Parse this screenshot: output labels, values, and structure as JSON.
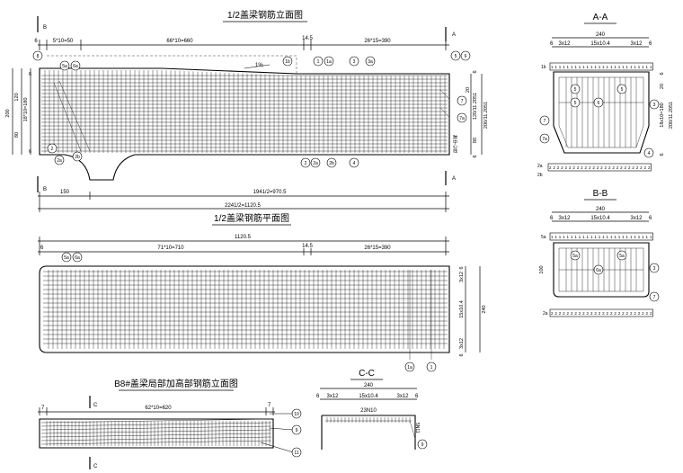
{
  "titles": {
    "elevation": "1/2盖梁钢筋立面图",
    "plan": "1/2盖梁钢筋平面图",
    "local": "B8#盖梁局部加高部钢筋立面图",
    "aa": "A-A",
    "bb": "B-B",
    "cc": "C-C"
  },
  "elevation": {
    "dims_top": [
      "6",
      "5*10=50",
      "66*10=660",
      "14.5",
      "26*15=390"
    ],
    "dims_bottom": [
      "150",
      "1941/2=970.5",
      "2241/2=1120.5"
    ],
    "dims_left": [
      "200",
      "120",
      "80",
      "18*10=180",
      "6",
      "6"
    ],
    "dims_right": [
      "6",
      "20",
      "120/11.2051",
      "200/11.2051",
      "80",
      "6"
    ],
    "section_marks": [
      "B",
      "B",
      "A",
      "A"
    ],
    "slope": "1%",
    "callouts_top": [
      "8",
      "5a",
      "6a",
      "1b",
      "1",
      "1a",
      "3",
      "3a",
      "5",
      "6"
    ],
    "callouts_bottom": [
      "2",
      "2a",
      "2b",
      "2",
      "2a",
      "2b",
      "4"
    ],
    "callouts_right": [
      "7",
      "7a"
    ],
    "side_note": "跨中心线"
  },
  "plan": {
    "dims_top": [
      "1120.5",
      "6",
      "71*10=710",
      "14.5",
      "26*15=390"
    ],
    "dims_right": [
      "6",
      "3x12",
      "15x10.4",
      "3x12",
      "6",
      "240"
    ],
    "callouts": [
      "5a",
      "6a",
      "1a",
      "1"
    ]
  },
  "aa": {
    "width": "240",
    "dims_top": [
      "6",
      "3x12",
      "15x10.4",
      "3x12",
      "6"
    ],
    "top_bar_label": "1b",
    "top_bar_cells": [
      "1",
      "1",
      "1",
      "1",
      "1",
      "1",
      "1",
      "1",
      "1",
      "1",
      "1",
      "1",
      "1",
      "1",
      "1",
      "1",
      "1",
      "1",
      "1",
      "1",
      "1",
      "1",
      "1",
      "1",
      "1",
      "1"
    ],
    "bottom_bar_labels": [
      "2a",
      "2b"
    ],
    "bottom_bar_cells": [
      "2",
      "2",
      "2",
      "2",
      "2",
      "2",
      "2",
      "2",
      "2",
      "2",
      "2",
      "2",
      "2",
      "2",
      "2",
      "2",
      "2",
      "2",
      "2",
      "2",
      "2",
      "2",
      "2",
      "2",
      "2",
      "2"
    ],
    "dims_right": [
      "6",
      "20",
      "18x10=180",
      "200/11.2051",
      "6"
    ],
    "callouts": [
      "5",
      "5",
      "5",
      "6",
      "3",
      "7",
      "7a",
      "4"
    ]
  },
  "bb": {
    "width": "240",
    "dims_top": [
      "6",
      "3x12",
      "15x10.4",
      "3x12",
      "6"
    ],
    "top_bar_label": "5a",
    "top_bar_cells": [
      "1",
      "1",
      "1",
      "1",
      "1",
      "1",
      "1",
      "1",
      "1",
      "1",
      "1",
      "1",
      "1",
      "1",
      "1",
      "1",
      "1",
      "1",
      "1",
      "1",
      "1",
      "1",
      "1",
      "1",
      "1",
      "1"
    ],
    "bottom_bar_labels": [
      "2a"
    ],
    "bottom_bar_cells": [
      "2",
      "2",
      "2",
      "2",
      "2",
      "2",
      "2",
      "2",
      "2",
      "2",
      "2",
      "2",
      "2",
      "2",
      "2",
      "2",
      "2",
      "2",
      "2",
      "2",
      "2",
      "2",
      "2",
      "2",
      "2",
      "2"
    ],
    "dim_left": "100",
    "callouts": [
      "5a",
      "5a",
      "6a",
      "3",
      "7"
    ]
  },
  "local": {
    "dims_top": [
      "7",
      "62*10=620",
      "7"
    ],
    "section_marks": [
      "C",
      "C"
    ],
    "callouts": [
      "10",
      "9",
      "11"
    ]
  },
  "cc": {
    "width": "240",
    "dims_top": [
      "6",
      "3x12",
      "15x10.4",
      "3x12",
      "6"
    ],
    "bar_note": "23N10",
    "side_note": "5N11",
    "callouts": [
      "9"
    ]
  }
}
